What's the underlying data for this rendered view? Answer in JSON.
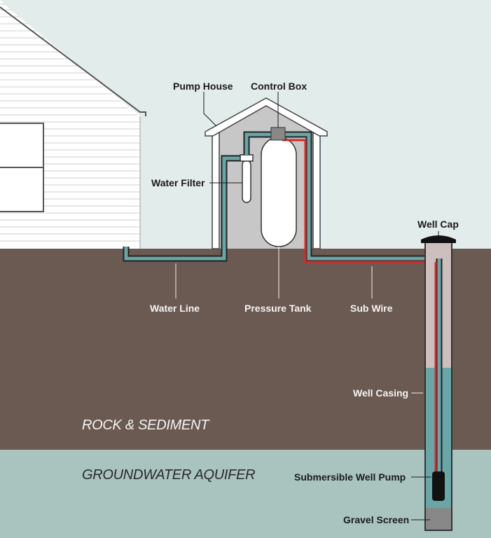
{
  "labels": {
    "pump_house": "Pump House",
    "control_box": "Control Box",
    "water_filter": "Water Filter",
    "well_cap": "Well Cap",
    "water_line": "Water Line",
    "pressure_tank": "Pressure Tank",
    "sub_wire": "Sub Wire",
    "well_casing": "Well Casing",
    "submersible_pump": "Submersible Well Pump",
    "gravel_screen": "Gravel Screen"
  },
  "zones": {
    "rock": "ROCK & SEDIMENT",
    "aquifer": "GROUNDWATER AQUIFER"
  },
  "colors": {
    "sky": "#e2ecea",
    "soil": "#6b5a52",
    "aquifer": "#a9c4bf",
    "pipe": "#6aa6a5",
    "wire": "#d12a2a",
    "house_wall": "#ffffff",
    "pump_house_wall": "#c7c7c7"
  }
}
